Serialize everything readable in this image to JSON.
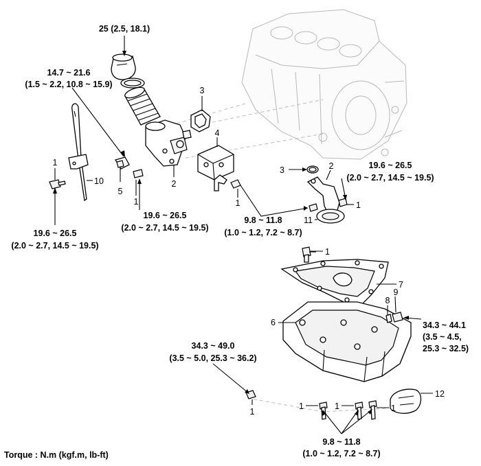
{
  "torques": {
    "t_filter_cap": "25 (2.5, 18.1)",
    "t_filter_mount_1": "14.7 ~ 21.6",
    "t_filter_mount_2": "(1.5 ~ 2.2, 10.8 ~ 15.9)",
    "t_left_1": "19.6 ~ 26.5",
    "t_left_2": "(2.0 ~ 2.7, 14.5 ~ 19.5)",
    "t_mid_1": "19.6 ~ 26.5",
    "t_mid_2": "(2.0 ~ 2.7, 14.5 ~ 19.5)",
    "t_strainer_1": "9.8 ~ 11.8",
    "t_strainer_2": "(1.0 ~ 1.2, 7.2 ~ 8.7)",
    "t_right_1": "19.6 ~ 26.5",
    "t_right_2": "(2.0 ~ 2.7, 14.5 ~ 19.5)",
    "t_drain_1": "34.3 ~ 44.1",
    "t_drain_2": "(3.5 ~ 4.5,",
    "t_drain_3": "25.3 ~ 32.5)",
    "t_pan_1": "34.3 ~ 49.0",
    "t_pan_2": "(3.5 ~ 5.0, 25.3 ~ 36.2)",
    "t_bottom_1": "9.8 ~ 11.8",
    "t_bottom_2": "(1.0 ~ 1.2, 7.2 ~ 8.7)"
  },
  "callouts": {
    "c1": "1",
    "c2": "2",
    "c3": "3",
    "c4": "4",
    "c5": "5",
    "c6": "6",
    "c7": "7",
    "c8": "8",
    "c9": "9",
    "c10": "10",
    "c11": "11",
    "c12": "12"
  },
  "footer": {
    "torque_unit": "Torque : N.m (kgf.m, lb-ft)"
  }
}
